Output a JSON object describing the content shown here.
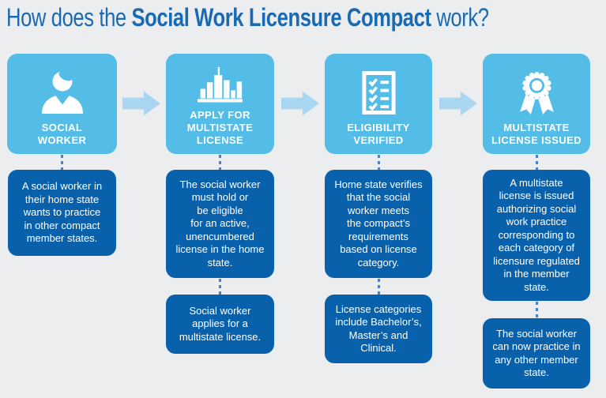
{
  "title": {
    "prefix": "How does the ",
    "emphasis": "Social Work Licensure Compact",
    "suffix": " work?"
  },
  "colors": {
    "background": "#ECEDEE",
    "title_text": "#1A6AB3",
    "step_box": "#53BCE7",
    "detail_box": "#0A61AB",
    "arrow": "#A9D6F1",
    "connector_dash": "#4D82BE",
    "icon_and_text": "#FFFFFF"
  },
  "steps": [
    {
      "label": "SOCIAL\nWORKER",
      "icon": "person-icon",
      "detail_boxes": [
        "A social worker in\ntheir home state\nwants to practice\nin other compact\nmember states."
      ]
    },
    {
      "label": "APPLY FOR\nMULTISTATE\nLICENSE",
      "icon": "city-skyline-icon",
      "detail_boxes": [
        "The social worker\nmust hold or\nbe eligible\nfor an active,\nunencumbered\nlicense in the home\nstate.",
        "Social worker\napplies for a\nmultistate license."
      ]
    },
    {
      "label": "ELIGIBILITY\nVERIFIED",
      "icon": "checklist-icon",
      "detail_boxes": [
        "Home state verifies\nthat the social\nworker meets\nthe compact’s\nrequirements\nbased on license\ncategory.",
        "License categories\ninclude Bachelor’s,\nMaster’s and\nClinical."
      ]
    },
    {
      "label": "MULTISTATE\nLICENSE ISSUED",
      "icon": "award-ribbon-icon",
      "detail_boxes": [
        "A multistate\nlicense is issued\nauthorizing social\nwork practice\ncorresponding to\neach category of\nlicensure regulated\nin the member\nstate.",
        "The social worker\ncan now practice in\nany other member\nstate."
      ]
    }
  ]
}
